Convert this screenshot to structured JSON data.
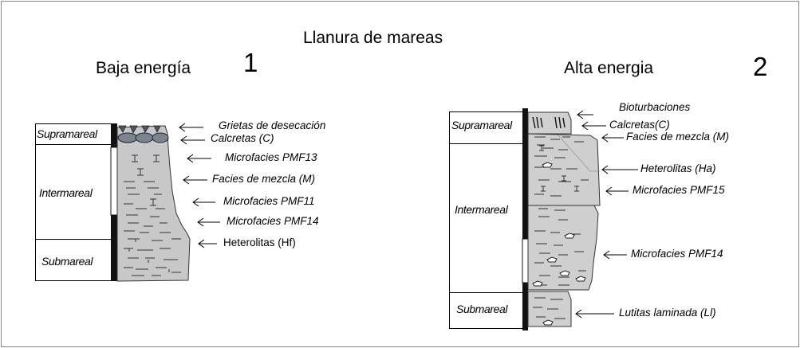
{
  "title": "Llanura de mareas",
  "columns": [
    {
      "heading": "Baja energía",
      "number": "1",
      "zones": [
        "Supramareal",
        "Intermareal",
        "Submareal"
      ],
      "annotations": [
        "Grietas de desecación",
        "Calcretas (C)",
        "Microfacies PMF13",
        "Facies de mezcla (M)",
        "Microfacies PMF11",
        "Microfacies PMF14",
        "Heterolitas (Hf)"
      ]
    },
    {
      "heading": "Alta energia",
      "number": "2",
      "zones": [
        "Supramareal",
        "Intermareal",
        "Submareal"
      ],
      "annotations": [
        "Bioturbaciones",
        "Calcretas(C)",
        "Facies de mezcla (M)",
        "Heterolitas (Ha)",
        "Microfacies PMF15",
        "Microfacies PMF14",
        "Lutitas laminada (Ll)"
      ]
    }
  ],
  "colors": {
    "frame": "#888888",
    "column_fill": "#c8c8c8",
    "column_fill_light": "#d9d9d9",
    "nodule_fill": "#7a8591",
    "marker_bar": "#111111"
  }
}
